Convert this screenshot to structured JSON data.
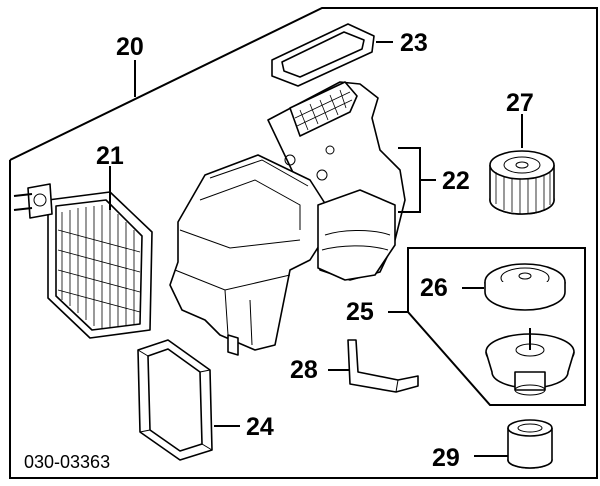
{
  "diagram": {
    "callouts": {
      "c20": "20",
      "c21": "21",
      "c22": "22",
      "c23": "23",
      "c24": "24",
      "c25": "25",
      "c26": "26",
      "c27": "27",
      "c28": "28",
      "c29": "29"
    },
    "reference_code": "030-03363"
  }
}
